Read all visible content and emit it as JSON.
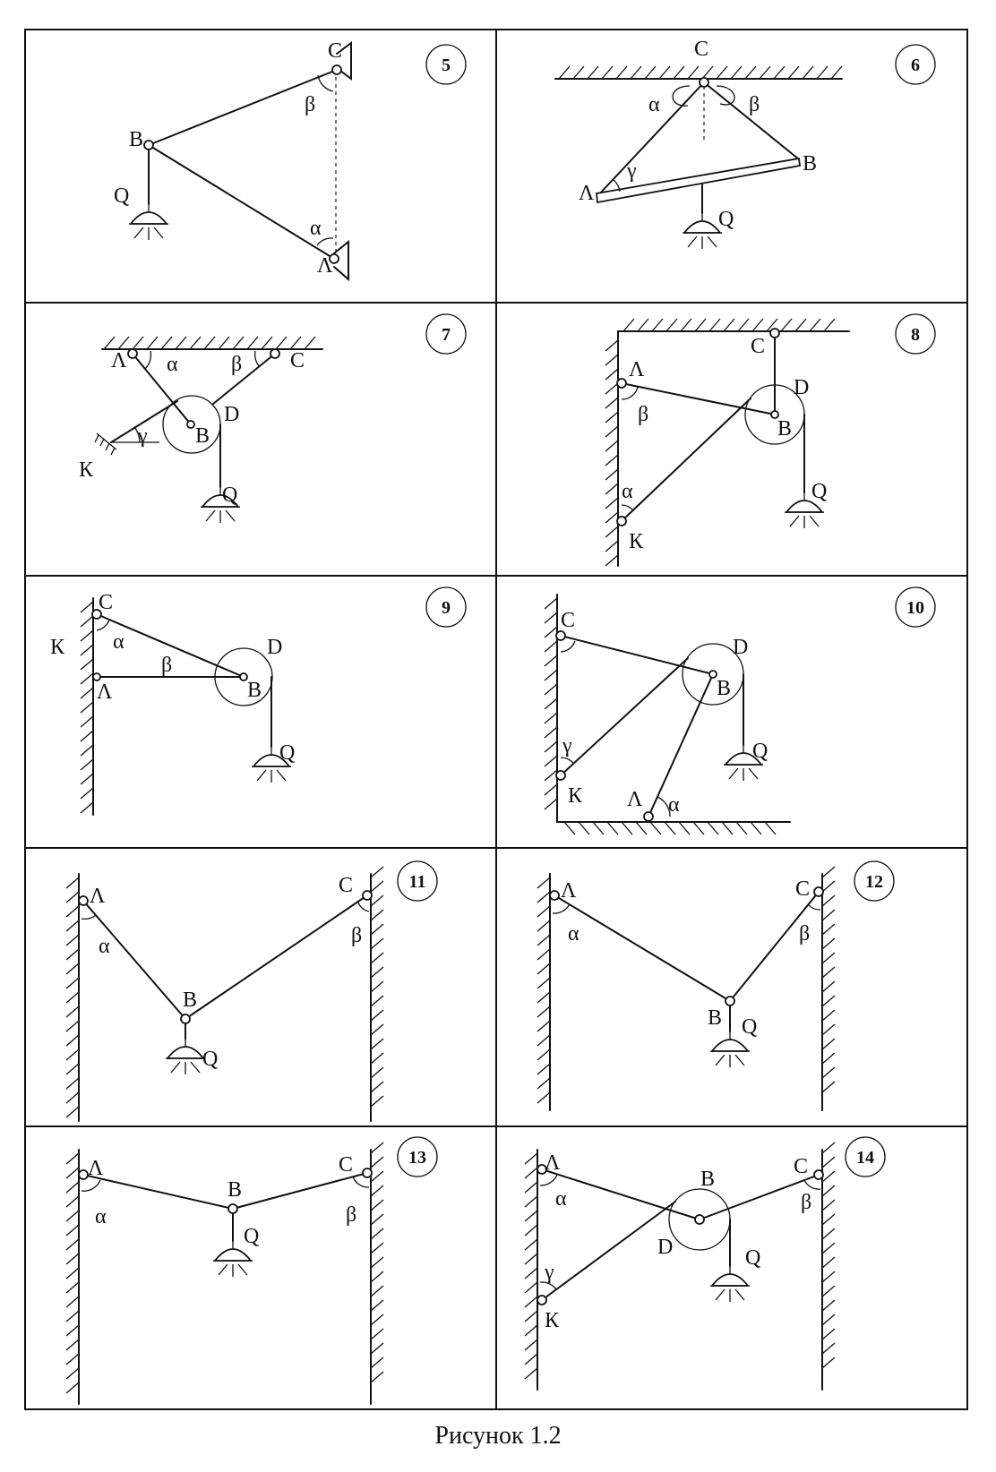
{
  "caption": "Рисунок 1.2",
  "panels": [
    {
      "number": "5",
      "labels": {
        "A": "Λ",
        "B": "B",
        "C": "C",
        "load": "Q"
      },
      "angles": {
        "alpha": "α",
        "beta": "β"
      }
    },
    {
      "number": "6",
      "labels": {
        "A": "Λ",
        "B": "B",
        "C": "C",
        "load": "Q"
      },
      "angles": {
        "alpha": "α",
        "beta": "β",
        "gamma": "γ"
      }
    },
    {
      "number": "7",
      "labels": {
        "A": "Λ",
        "B": "B",
        "C": "C",
        "D": "D",
        "K": "К",
        "load": "Q"
      },
      "angles": {
        "alpha": "α",
        "beta": "β",
        "gamma": "γ"
      }
    },
    {
      "number": "8",
      "labels": {
        "A": "Λ",
        "B": "B",
        "C": "C",
        "D": "D",
        "K": "К",
        "load": "Q"
      },
      "angles": {
        "alpha": "α",
        "beta": "β"
      }
    },
    {
      "number": "9",
      "labels": {
        "A": "Λ",
        "B": "B",
        "C": "C",
        "D": "D",
        "K": "К",
        "load": "Q"
      },
      "angles": {
        "alpha": "α",
        "beta": "β"
      }
    },
    {
      "number": "10",
      "labels": {
        "A": "Λ",
        "B": "B",
        "C": "C",
        "D": "D",
        "K": "К",
        "load": "Q"
      },
      "angles": {
        "alpha": "α",
        "gamma": "γ"
      }
    },
    {
      "number": "11",
      "labels": {
        "A": "Λ",
        "B": "B",
        "C": "C",
        "load": "Q"
      },
      "angles": {
        "alpha": "α",
        "beta": "β"
      }
    },
    {
      "number": "12",
      "labels": {
        "A": "Λ",
        "B": "B",
        "C": "C",
        "load": "Q"
      },
      "angles": {
        "alpha": "α",
        "beta": "β"
      }
    },
    {
      "number": "13",
      "labels": {
        "A": "Λ",
        "B": "B",
        "C": "C",
        "load": "Q"
      },
      "angles": {
        "alpha": "α",
        "beta": "β"
      }
    },
    {
      "number": "14",
      "labels": {
        "A": "Λ",
        "B": "B",
        "C": "C",
        "D": "D",
        "K": "К",
        "load": "Q"
      },
      "angles": {
        "alpha": "α",
        "beta": "β",
        "gamma": "γ"
      }
    }
  ]
}
